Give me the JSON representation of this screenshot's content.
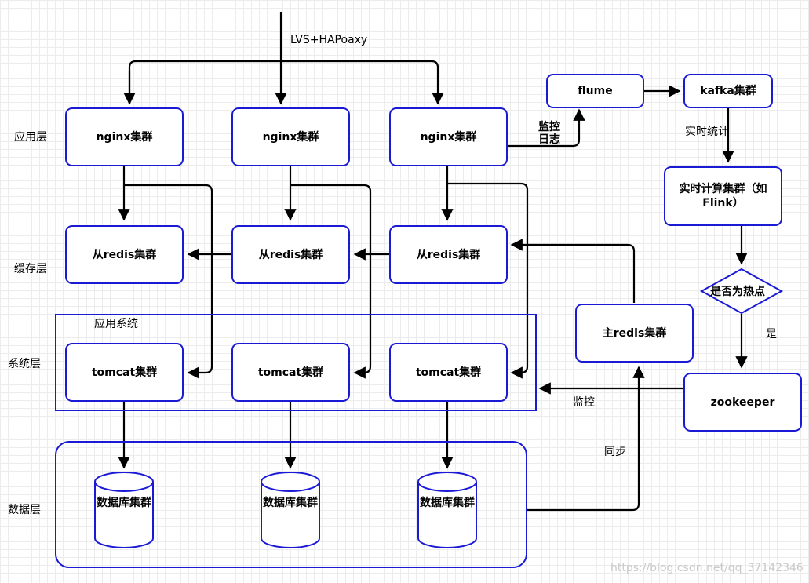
{
  "top_label": "LVS+HAPoaxy",
  "layers": {
    "app": "应用层",
    "cache": "缓存层",
    "system": "系统层",
    "data": "数据层"
  },
  "nginx": [
    "nginx集群",
    "nginx集群",
    "nginx集群"
  ],
  "redis_slave": [
    "从redis集群",
    "从redis集群",
    "从redis集群"
  ],
  "app_system_label": "应用系统",
  "tomcat": [
    "tomcat集群",
    "tomcat集群",
    "tomcat集群"
  ],
  "database": [
    "数据库集群",
    "数据库集群",
    "数据库集群"
  ],
  "flume": "flume",
  "kafka": "kafka集群",
  "realtime_calc": "实时计算集群（如Flink）",
  "hotspot": "是否为热点",
  "zookeeper": "zookeeper",
  "redis_master": "主redis集群",
  "edge_labels": {
    "monitor_log": "监控日志",
    "realtime_stats": "实时统计",
    "yes": "是",
    "monitor": "监控",
    "sync": "同步"
  },
  "watermark": "https://blog.csdn.net/qq_37142346",
  "colors": {
    "node_border": "#1a1ad6",
    "line": "#000000"
  }
}
